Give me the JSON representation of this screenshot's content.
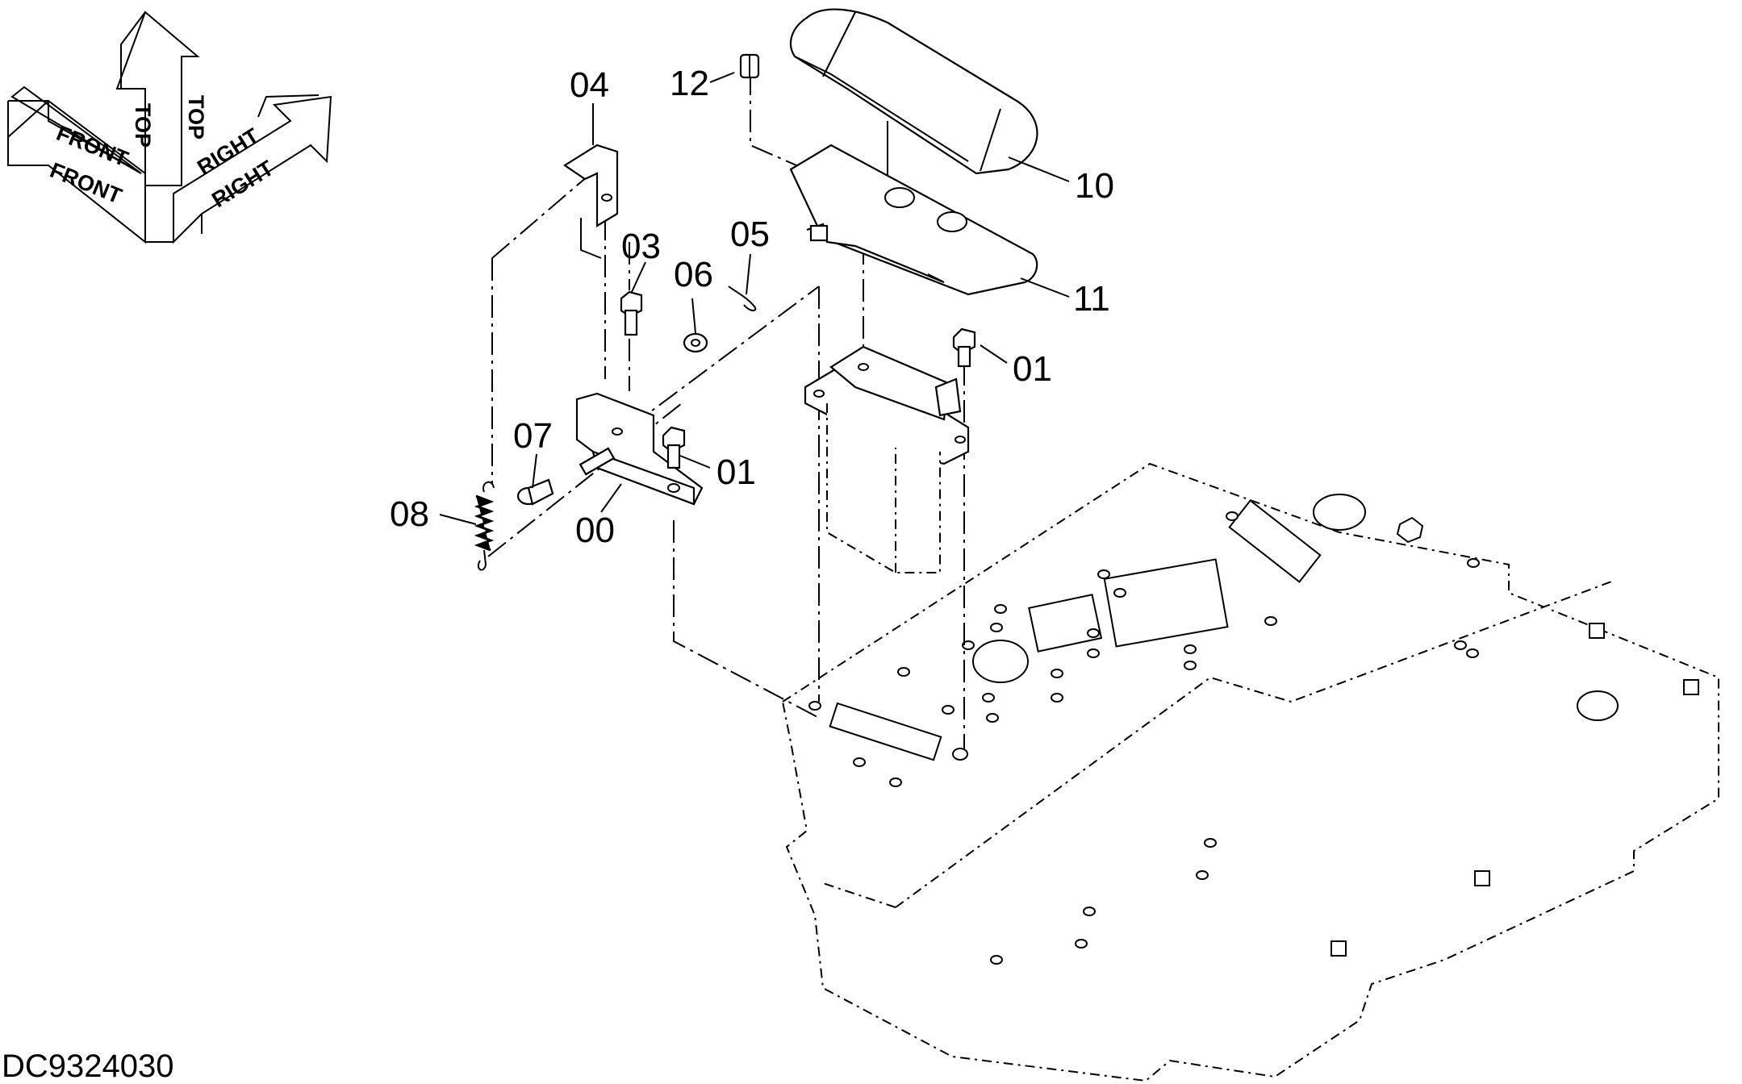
{
  "document": {
    "drawing_number": "DC9324030"
  },
  "orientation_indicator": {
    "labels": [
      "FRONT",
      "FRONT",
      "TOP",
      "TOP",
      "RIGHT",
      "RIGHT"
    ]
  },
  "callouts": [
    {
      "id": "callout-12",
      "label": "12"
    },
    {
      "id": "callout-04",
      "label": "04"
    },
    {
      "id": "callout-10",
      "label": "10"
    },
    {
      "id": "callout-03",
      "label": "03"
    },
    {
      "id": "callout-05",
      "label": "05"
    },
    {
      "id": "callout-06",
      "label": "06"
    },
    {
      "id": "callout-11",
      "label": "11"
    },
    {
      "id": "callout-01a",
      "label": "01"
    },
    {
      "id": "callout-07",
      "label": "07"
    },
    {
      "id": "callout-01b",
      "label": "01"
    },
    {
      "id": "callout-08",
      "label": "08"
    },
    {
      "id": "callout-00",
      "label": "00"
    }
  ]
}
